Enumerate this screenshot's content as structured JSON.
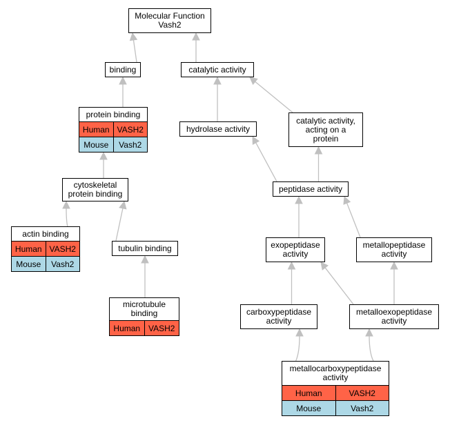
{
  "diagram": {
    "nodes": {
      "root": {
        "label": "Molecular Function\nVash2"
      },
      "binding": {
        "label": "binding"
      },
      "catalytic": {
        "label": "catalytic activity"
      },
      "protein_binding": {
        "label": "protein binding",
        "rows": [
          {
            "species": "Human",
            "gene": "VASH2"
          },
          {
            "species": "Mouse",
            "gene": "Vash2"
          }
        ]
      },
      "hydrolase": {
        "label": "hydrolase activity"
      },
      "catalytic_protein": {
        "label": "catalytic activity,\nacting on a\nprotein"
      },
      "cytoskeletal": {
        "label": "cytoskeletal\nprotein binding"
      },
      "peptidase": {
        "label": "peptidase activity"
      },
      "actin": {
        "label": "actin binding",
        "rows": [
          {
            "species": "Human",
            "gene": "VASH2"
          },
          {
            "species": "Mouse",
            "gene": "Vash2"
          }
        ]
      },
      "tubulin": {
        "label": "tubulin binding"
      },
      "exopeptidase": {
        "label": "exopeptidase\nactivity"
      },
      "metallopeptidase": {
        "label": "metallopeptidase\nactivity"
      },
      "microtubule": {
        "label": "microtubule\nbinding",
        "rows": [
          {
            "species": "Human",
            "gene": "VASH2"
          }
        ]
      },
      "carboxypeptidase": {
        "label": "carboxypeptidase\nactivity"
      },
      "metalloexopeptidase": {
        "label": "metalloexopeptidase\nactivity"
      },
      "metallocarboxypeptidase": {
        "label": "metallocarboxypeptidase\nactivity",
        "rows": [
          {
            "species": "Human",
            "gene": "VASH2"
          },
          {
            "species": "Mouse",
            "gene": "Vash2"
          }
        ]
      }
    },
    "edges": [
      {
        "from": "binding",
        "to": "root"
      },
      {
        "from": "catalytic",
        "to": "root"
      },
      {
        "from": "protein_binding",
        "to": "binding"
      },
      {
        "from": "hydrolase",
        "to": "catalytic"
      },
      {
        "from": "catalytic_protein",
        "to": "catalytic"
      },
      {
        "from": "cytoskeletal",
        "to": "protein_binding"
      },
      {
        "from": "peptidase",
        "to": "hydrolase"
      },
      {
        "from": "peptidase",
        "to": "catalytic_protein"
      },
      {
        "from": "actin",
        "to": "cytoskeletal"
      },
      {
        "from": "tubulin",
        "to": "cytoskeletal"
      },
      {
        "from": "microtubule",
        "to": "tubulin"
      },
      {
        "from": "exopeptidase",
        "to": "peptidase"
      },
      {
        "from": "metallopeptidase",
        "to": "peptidase"
      },
      {
        "from": "carboxypeptidase",
        "to": "exopeptidase"
      },
      {
        "from": "metalloexopeptidase",
        "to": "exopeptidase"
      },
      {
        "from": "metalloexopeptidase",
        "to": "metallopeptidase"
      },
      {
        "from": "metallocarboxypeptidase",
        "to": "carboxypeptidase"
      },
      {
        "from": "metallocarboxypeptidase",
        "to": "metalloexopeptidase"
      }
    ]
  },
  "colors": {
    "human": "#ff6347",
    "mouse": "#add8e6",
    "edge": "#c0c0c0"
  }
}
